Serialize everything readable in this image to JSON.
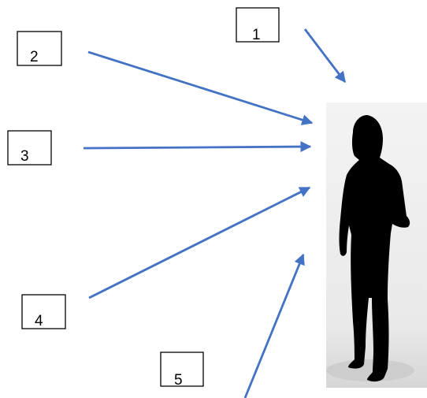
{
  "labels": [
    "1",
    "2",
    "3",
    "4",
    "5"
  ],
  "colors": {
    "arrow": "#4472c4",
    "silhouette": "#000000",
    "photo_background": "#ededed"
  },
  "image": {
    "icon": "woman-silhouette-icon"
  }
}
